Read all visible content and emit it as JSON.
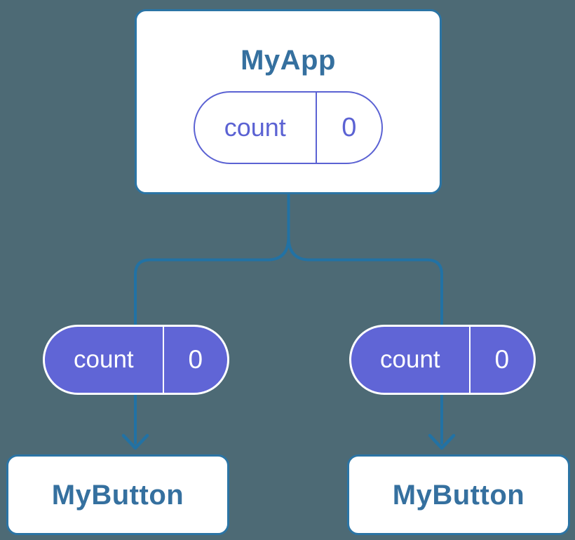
{
  "diagram_type": "component-tree",
  "palette": {
    "background": "#4d6a75",
    "connector_line": "#2272a4",
    "card_border": "#2b74a4",
    "card_background": "#ffffff",
    "node_title_text": "#35709f",
    "state_pill_outline": "#5b62d3",
    "state_pill_fill": "#6065d6",
    "state_pill_fill_text": "#ffffff"
  },
  "icons": {
    "arrow_down": "chevron-down-arrowhead"
  },
  "tree": {
    "root": {
      "title": "MyApp",
      "state": {
        "label": "count",
        "value": "0"
      }
    },
    "children": [
      {
        "title": "MyButton",
        "state": {
          "label": "count",
          "value": "0"
        }
      },
      {
        "title": "MyButton",
        "state": {
          "label": "count",
          "value": "0"
        }
      }
    ]
  }
}
